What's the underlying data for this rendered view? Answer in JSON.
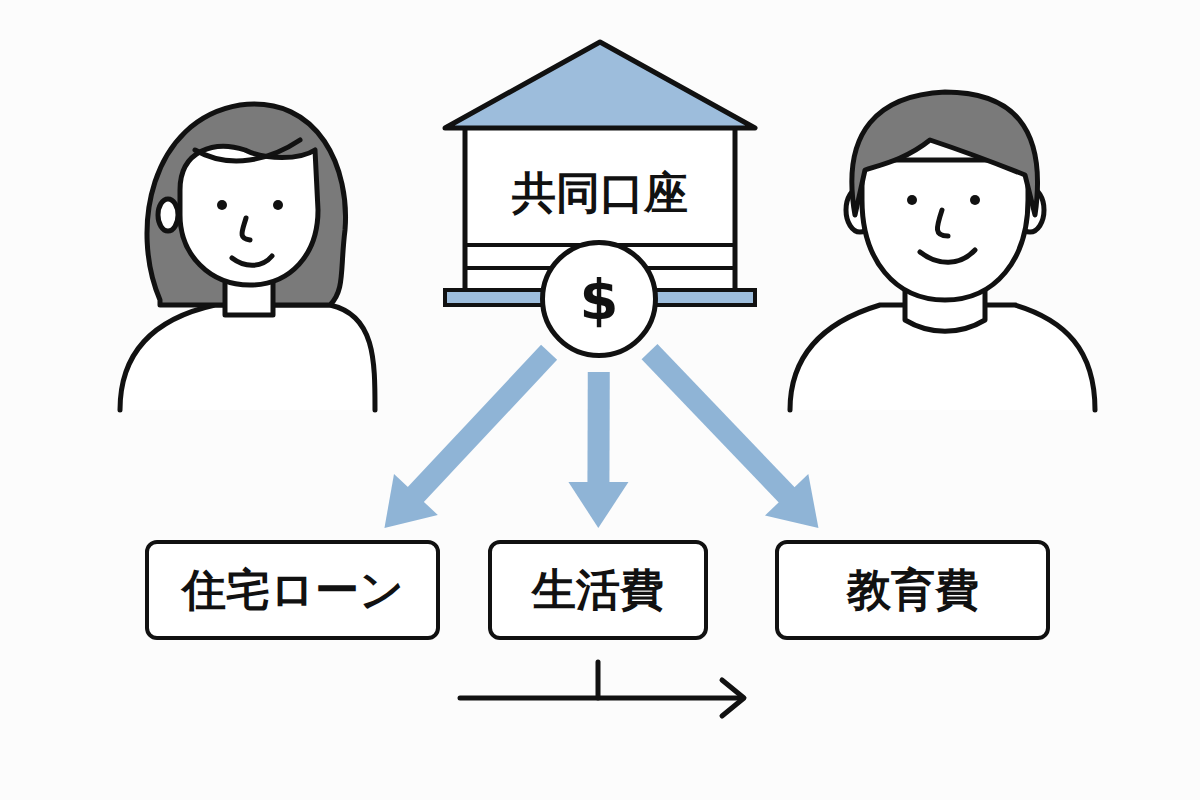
{
  "diagram": {
    "nodes": [
      {
        "text": [
          "共同口座"
        ]
      },
      {
        "text": [
          "$"
        ],
        "in": 0
      },
      {
        "text": [
          "住宅ローン"
        ]
      },
      {
        "text": [
          "生活費"
        ]
      },
      {
        "text": [
          "教育費"
        ]
      }
    ],
    "edges": [
      {
        "from": 1,
        "to": 2,
        "arrow": "to"
      },
      {
        "from": 1,
        "to": 3,
        "arrow": "to"
      },
      {
        "from": 1,
        "to": 4,
        "arrow": "to"
      }
    ]
  }
}
